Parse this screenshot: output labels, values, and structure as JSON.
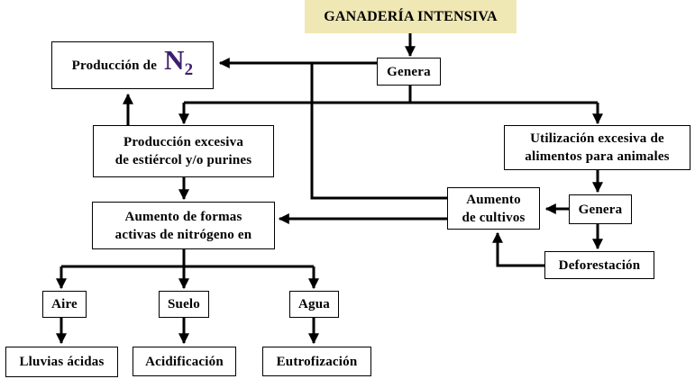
{
  "nodes": {
    "title": "GANADERÍA INTENSIVA",
    "genera_top": "Genera",
    "produccion_label": "Producción de",
    "n2_symbol": "N",
    "n2_subscript": "2",
    "estiercol_line1": "Producción excesiva",
    "estiercol_line2": "de estiércol y/o purines",
    "utilizacion_line1": "Utilización excesiva de",
    "utilizacion_line2": "alimentos para animales",
    "aumento_cultivos_line1": "Aumento",
    "aumento_cultivos_line2": "de cultivos",
    "genera_right": "Genera",
    "deforestacion": "Deforestación",
    "formas_line1": "Aumento de formas",
    "formas_line2": "activas de nitrógeno en",
    "aire": "Aire",
    "suelo": "Suelo",
    "agua": "Agua",
    "lluvias": "Lluvias ácidas",
    "acidificacion": "Acidificación",
    "eutrofizacion": "Eutrofización"
  }
}
